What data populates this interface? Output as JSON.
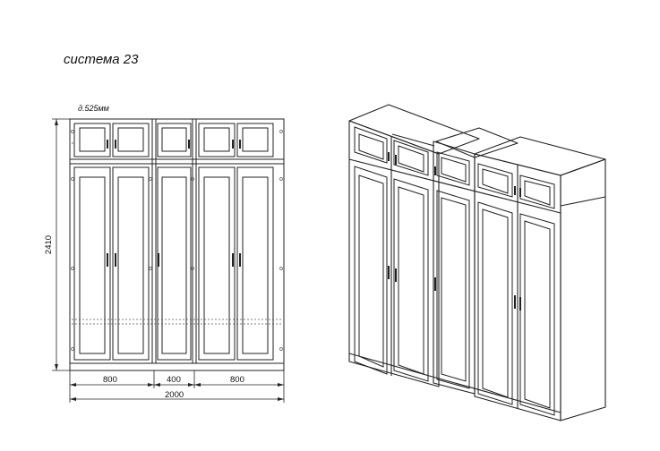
{
  "title": "система 23",
  "depth_label": "д.525мм",
  "dimensions": {
    "height": "2410",
    "section_left": "800",
    "section_middle": "400",
    "section_right": "800",
    "total_width": "2000"
  },
  "colors": {
    "line": "#222222",
    "light_line": "#888888",
    "background": "#ffffff"
  }
}
